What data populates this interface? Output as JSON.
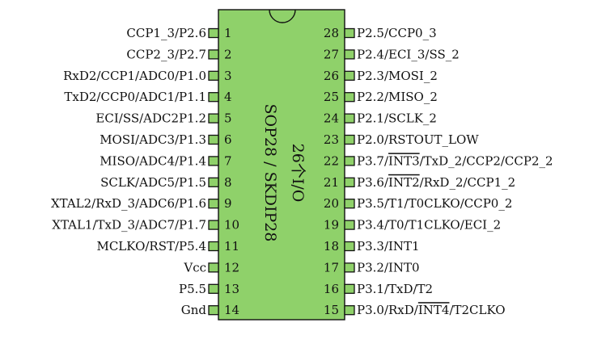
{
  "chip": {
    "package_label": "SOP28 / SKDIP28",
    "io_label": "26个I/O",
    "body_color": "#8fd16a",
    "pin_color": "#8fd16a",
    "outline_color": "#111111"
  },
  "left_pins": [
    {
      "number": "1",
      "label": "CCP1_3/P2.6",
      "overline": []
    },
    {
      "number": "2",
      "label": "CCP2_3/P2.7",
      "overline": []
    },
    {
      "number": "3",
      "label": "RxD2/CCP1/ADC0/P1.0",
      "overline": []
    },
    {
      "number": "4",
      "label": "TxD2/CCP0/ADC1/P1.1",
      "overline": []
    },
    {
      "number": "5",
      "label": "ECI/SS/ADC2P1.2",
      "overline": []
    },
    {
      "number": "6",
      "label": "MOSI/ADC3/P1.3",
      "overline": []
    },
    {
      "number": "7",
      "label": "MISO/ADC4/P1.4",
      "overline": []
    },
    {
      "number": "8",
      "label": "SCLK/ADC5/P1.5",
      "overline": []
    },
    {
      "number": "9",
      "label": "XTAL2/RxD_3/ADC6/P1.6",
      "overline": []
    },
    {
      "number": "10",
      "label": "XTAL1/TxD_3/ADC7/P1.7",
      "overline": []
    },
    {
      "number": "11",
      "label": "MCLKO/RST/P5.4",
      "overline": []
    },
    {
      "number": "12",
      "label": "Vcc",
      "overline": []
    },
    {
      "number": "13",
      "label": "P5.5",
      "overline": []
    },
    {
      "number": "14",
      "label": "Gnd",
      "overline": []
    }
  ],
  "right_pins": [
    {
      "number": "28",
      "label": "P2.5/CCP0_3",
      "overline": []
    },
    {
      "number": "27",
      "label": "P2.4/ECI_3/SS_2",
      "overline": []
    },
    {
      "number": "26",
      "label": "P2.3/MOSI_2",
      "overline": []
    },
    {
      "number": "25",
      "label": "P2.2/MISO_2",
      "overline": []
    },
    {
      "number": "24",
      "label": "P2.1/SCLK_2",
      "overline": []
    },
    {
      "number": "23",
      "label": "P2.0/RSTOUT_LOW",
      "overline": []
    },
    {
      "number": "22",
      "label": "P3.7/INT3/TxD_2/CCP2/CCP2_2",
      "overline": [
        "INT3"
      ]
    },
    {
      "number": "21",
      "label": "P3.6/INT2/RxD_2/CCP1_2",
      "overline": [
        "INT2"
      ]
    },
    {
      "number": "20",
      "label": "P3.5/T1/T0CLKO/CCP0_2",
      "overline": []
    },
    {
      "number": "19",
      "label": "P3.4/T0/T1CLKO/ECI_2",
      "overline": []
    },
    {
      "number": "18",
      "label": "P3.3/INT1",
      "overline": []
    },
    {
      "number": "17",
      "label": "P3.2/INT0",
      "overline": []
    },
    {
      "number": "16",
      "label": "P3.1/TxD/T2",
      "overline": []
    },
    {
      "number": "15",
      "label": "P3.0/RxD/INT4/T2CLKO",
      "overline": [
        "INT4"
      ]
    }
  ]
}
